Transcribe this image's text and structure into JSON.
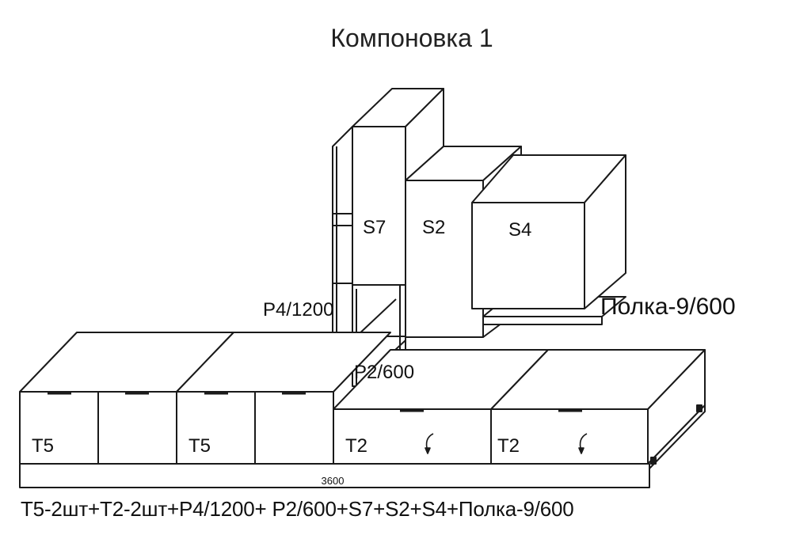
{
  "title": "Компоновка 1",
  "labels": {
    "s7": "S7",
    "s2": "S2",
    "s4": "S4",
    "p4": "P4/1200",
    "p2": "P2/600",
    "polka": "Полка-9/600",
    "t5_left": "T5",
    "t5_right": "T5",
    "t2_left": "T2",
    "t2_right": "T2",
    "width": "3600"
  },
  "formula": "T5-2шт+T2-2шт+P4/1200+ P2/600+S7+S2+S4+Полка-9/600",
  "colors": {
    "line": "#1a1a1a",
    "background": "#ffffff"
  }
}
